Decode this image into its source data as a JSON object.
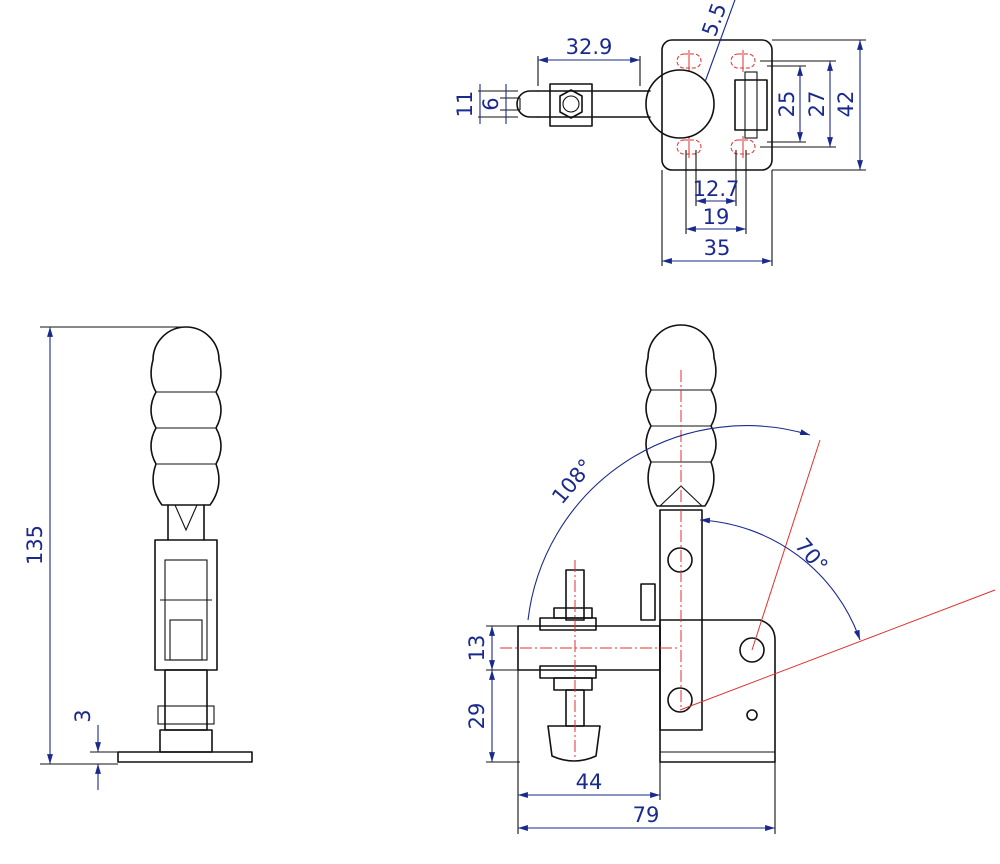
{
  "colors": {
    "outline": "#111111",
    "dimension": "#1a2a8c",
    "centerline": "#e03030",
    "background": "#ffffff"
  },
  "views": {
    "top": {
      "dims": {
        "reach": "32.9",
        "slot": "5.5",
        "outer_w": "11",
        "inner_w": "6",
        "h25": "25",
        "h27": "27",
        "h42": "42",
        "w127": "12.7",
        "w19": "19",
        "w35": "35"
      }
    },
    "side": {
      "dims": {
        "height": "135",
        "base": "3"
      }
    },
    "front": {
      "dims": {
        "a108": "108°",
        "a70": "70°",
        "h13": "13",
        "h29": "29",
        "w44": "44",
        "w79": "79"
      }
    }
  }
}
